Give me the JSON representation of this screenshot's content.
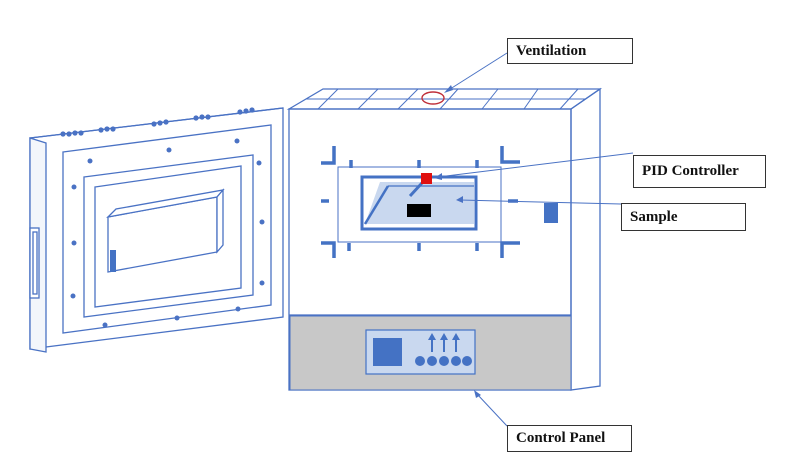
{
  "labels": {
    "ventilation": "Ventilation",
    "pid_controller": "PID Controller",
    "sample": "Sample",
    "control_panel": "Control Panel"
  },
  "colors": {
    "outline": "#4a72c4",
    "fill_blue": "#4472c4",
    "light_blue": "#c9d8ef",
    "panel_gray": "#c8c8c8",
    "pid_red": "#e01010",
    "vent_ring": "#c0303a",
    "sample_black": "#000000"
  }
}
